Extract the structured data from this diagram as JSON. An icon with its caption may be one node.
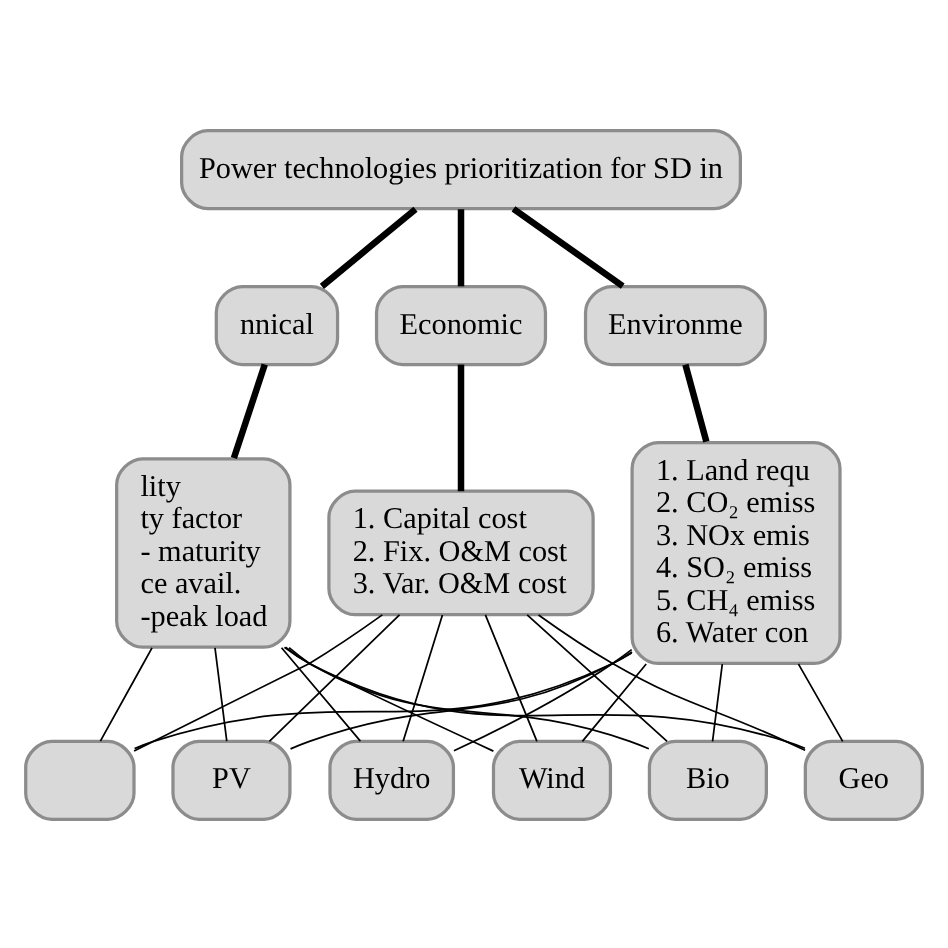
{
  "diagram": {
    "nodes": [
      {
        "text": [
          "Power technologies prioritization for SD in"
        ]
      },
      {
        "text": [
          "nnical"
        ]
      },
      {
        "text": [
          "Economic"
        ]
      },
      {
        "text": [
          "Environme"
        ]
      },
      {
        "text": [
          "lity",
          "ty factor",
          "- maturity",
          "ce avail.",
          "-peak load"
        ]
      },
      {
        "text": [
          "1. Capital cost",
          "2. Fix. O&M cost",
          "3. Var. O&M cost"
        ]
      },
      {
        "text": [
          "1. Land requ",
          "2. CO₂ emiss",
          "3. NOx emis",
          "4. SO₂ emiss",
          "5. CH₄ emiss",
          "6. Water con"
        ]
      },
      {
        "text": [],
        "shape": "box"
      },
      {
        "text": [
          "PV"
        ]
      },
      {
        "text": [
          "Hydro"
        ]
      },
      {
        "text": [
          "Wind"
        ]
      },
      {
        "text": [
          "Bio"
        ]
      },
      {
        "text": [
          "Geo"
        ]
      }
    ],
    "edges": [
      {
        "from": 0,
        "to": 1,
        "arrow": "none",
        "style": "thick"
      },
      {
        "from": 0,
        "to": 2,
        "arrow": "none",
        "style": "thick"
      },
      {
        "from": 0,
        "to": 3,
        "arrow": "none",
        "style": "thick"
      },
      {
        "from": 1,
        "to": 4,
        "arrow": "none",
        "style": "thick"
      },
      {
        "from": 2,
        "to": 5,
        "arrow": "none",
        "style": "thick"
      },
      {
        "from": 3,
        "to": 6,
        "arrow": "none",
        "style": "thick"
      },
      {
        "from": 4,
        "to": 7,
        "arrow": "none"
      },
      {
        "from": 4,
        "to": 8,
        "arrow": "none"
      },
      {
        "from": 4,
        "to": 9,
        "arrow": "none"
      },
      {
        "from": 4,
        "to": 10,
        "arrow": "none"
      },
      {
        "from": 4,
        "to": 11,
        "arrow": "none"
      },
      {
        "from": 4,
        "to": 12,
        "arrow": "none"
      },
      {
        "from": 5,
        "to": 7,
        "arrow": "none"
      },
      {
        "from": 5,
        "to": 8,
        "arrow": "none"
      },
      {
        "from": 5,
        "to": 9,
        "arrow": "none"
      },
      {
        "from": 5,
        "to": 10,
        "arrow": "none"
      },
      {
        "from": 5,
        "to": 11,
        "arrow": "none"
      },
      {
        "from": 5,
        "to": 12,
        "arrow": "none"
      },
      {
        "from": 6,
        "to": 7,
        "arrow": "none"
      },
      {
        "from": 6,
        "to": 8,
        "arrow": "none"
      },
      {
        "from": 6,
        "to": 9,
        "arrow": "none"
      },
      {
        "from": 6,
        "to": 10,
        "arrow": "none"
      },
      {
        "from": 6,
        "to": 11,
        "arrow": "none"
      },
      {
        "from": 6,
        "to": 12,
        "arrow": "none"
      }
    ]
  }
}
